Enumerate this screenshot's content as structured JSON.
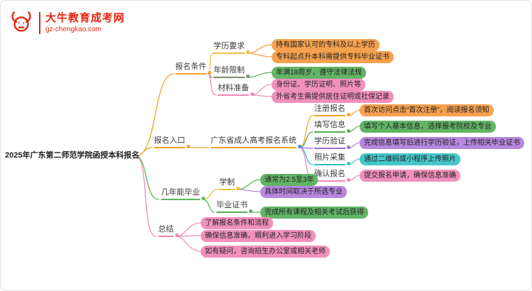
{
  "logo": {
    "title": "大牛教育成考网",
    "subtitle": "gz-chengkao.com"
  },
  "palette": {
    "brand_red": "#e8250f",
    "orange": "#f5a325",
    "orange_leaf": "#f6a14e",
    "yellow": "#f3bd3b",
    "green": "#5cb85c",
    "green_leaf": "#62b566",
    "pink": "#ef87b5",
    "pink_leaf": "#f191bb",
    "purple": "#a06cd5",
    "purple_leaf": "#b687de",
    "teal": "#35bdc1",
    "teal_leaf": "#46c6c9",
    "blue_dot": "#4a90d9"
  },
  "root": {
    "label": "2025年广东第二师范学院函授本科报名"
  },
  "mindmap": {
    "b1": {
      "label": "报名条件",
      "edu": {
        "label": "学历要求",
        "leaf1": "持有国家认可的专科及以上学历",
        "leaf2": "专科起点升本科需提供专科毕业证书"
      },
      "age": {
        "label": "年龄限制",
        "leaf1": "年满18周岁，遵守法律法规"
      },
      "mat": {
        "label": "材料准备",
        "leaf1": "身份证、学历证明、照片等",
        "leaf2": "外省考生需提供居住证明或社保记录"
      }
    },
    "b2": {
      "label": "报名入口",
      "system": {
        "label": "广东省成人高考报名系统"
      },
      "steps": {
        "s1": {
          "label": "注册报名",
          "leaf": "首次访问点击“首次注册”，阅读报名须知"
        },
        "s2": {
          "label": "填写信息",
          "leaf": "填写个人基本信息，选择报考院校及专业"
        },
        "s3": {
          "label": "学历验证",
          "leaf": "完成信息填写后进行学历验证，上传相关毕业证书"
        },
        "s4": {
          "label": "照片采集",
          "leaf": "通过二维码或小程序上传照片"
        },
        "s5": {
          "label": "确认报名",
          "leaf": "提交报名申请，确保信息准确"
        }
      }
    },
    "b3": {
      "label": "几年能毕业",
      "duration": {
        "label": "学制",
        "leaf1": "通常为2.5至3年",
        "leaf2": "具体时间取决于所选专业"
      },
      "cert": {
        "label": "毕业证书",
        "leaf1": "完成所有课程及相关考试后获得"
      }
    },
    "b4": {
      "label": "总结",
      "leaf1": "了解报名条件和流程",
      "leaf2": "确保信息准确，顺利进入学习阶段",
      "leaf3": "如有疑问，咨询招生办公室或相关老师"
    }
  }
}
